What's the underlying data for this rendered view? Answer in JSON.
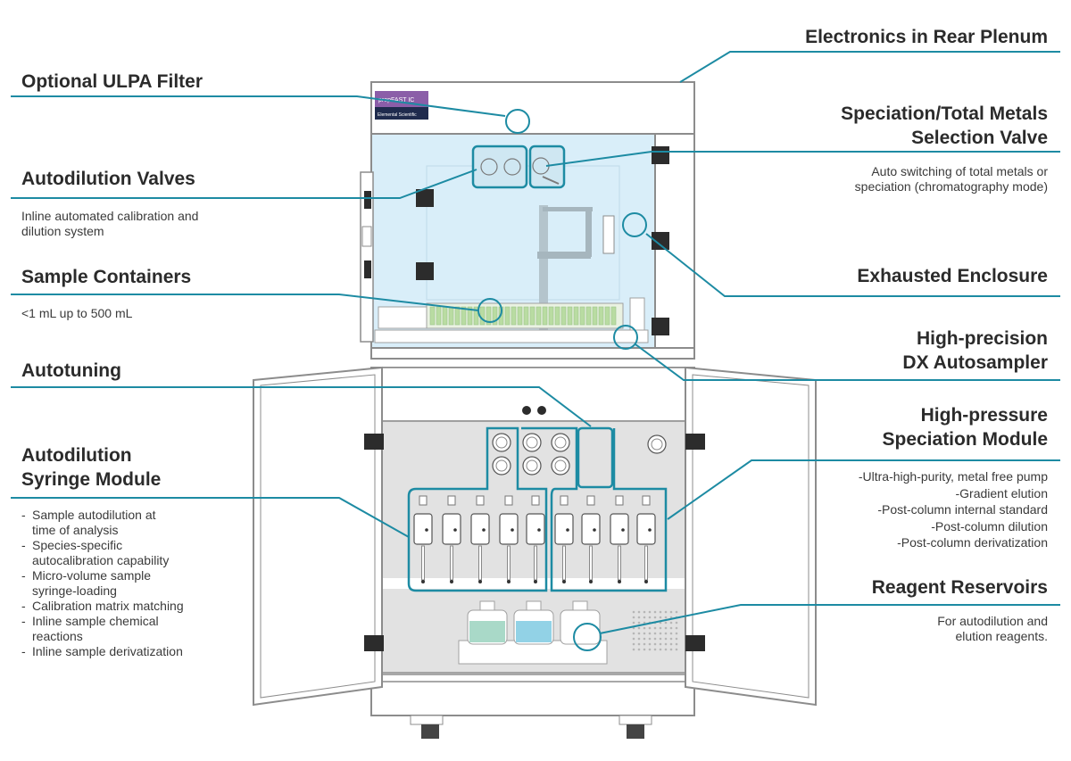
{
  "labels": {
    "electronics": "Electronics in Rear Plenum",
    "ulpa": "Optional ULPA Filter",
    "speciation_valve_line1": "Speciation/Total Metals",
    "speciation_valve_line2": "Selection Valve",
    "speciation_valve_desc_line1": "Auto switching of total metals or",
    "speciation_valve_desc_line2": "speciation (chromatography mode)",
    "autodilution_valves": "Autodilution Valves",
    "autodilution_valves_desc_line1": "Inline automated calibration and",
    "autodilution_valves_desc_line2": "dilution system",
    "sample_containers": "Sample Containers",
    "sample_containers_desc": "<1 mL up to 500 mL",
    "exhausted_enclosure": "Exhausted Enclosure",
    "autosampler_line1": "High-precision",
    "autosampler_line2": "DX Autosampler",
    "autotuning": "Autotuning",
    "syringe_module_line1": "Autodilution",
    "syringe_module_line2": "Syringe Module",
    "speciation_module_line1": "High-pressure",
    "speciation_module_line2": "Speciation Module",
    "reagent_reservoirs": "Reagent Reservoirs",
    "reagent_desc_line1": "For autodilution and",
    "reagent_desc_line2": "elution reagents."
  },
  "syringe_bullets": [
    "Sample autodilution at",
    "time of analysis",
    "Species-specific",
    "autocalibration capability",
    "Micro-volume sample",
    "syringe-loading",
    "Calibration matrix matching",
    "Inline sample chemical",
    "reactions",
    "Inline sample derivatization"
  ],
  "speciation_module_features": [
    "-Ultra-high-purity, metal free pump",
    "-Gradient elution",
    "-Post-column internal standard",
    "-Post-column dilution",
    "-Post-column derivatization"
  ],
  "brand": {
    "product": "prepFAST IC",
    "company": "Elemental Scientific"
  },
  "colors": {
    "callout": "#1d8ba3",
    "enclosure": "#d9eef9",
    "cabinet": "#8c8c8c",
    "panel": "#e2e2e2",
    "brand_purple": "#8b5ea8",
    "brand_navy": "#1f2b4d",
    "reagent_green": "#a9d9c8",
    "reagent_blue": "#92d2e6"
  }
}
